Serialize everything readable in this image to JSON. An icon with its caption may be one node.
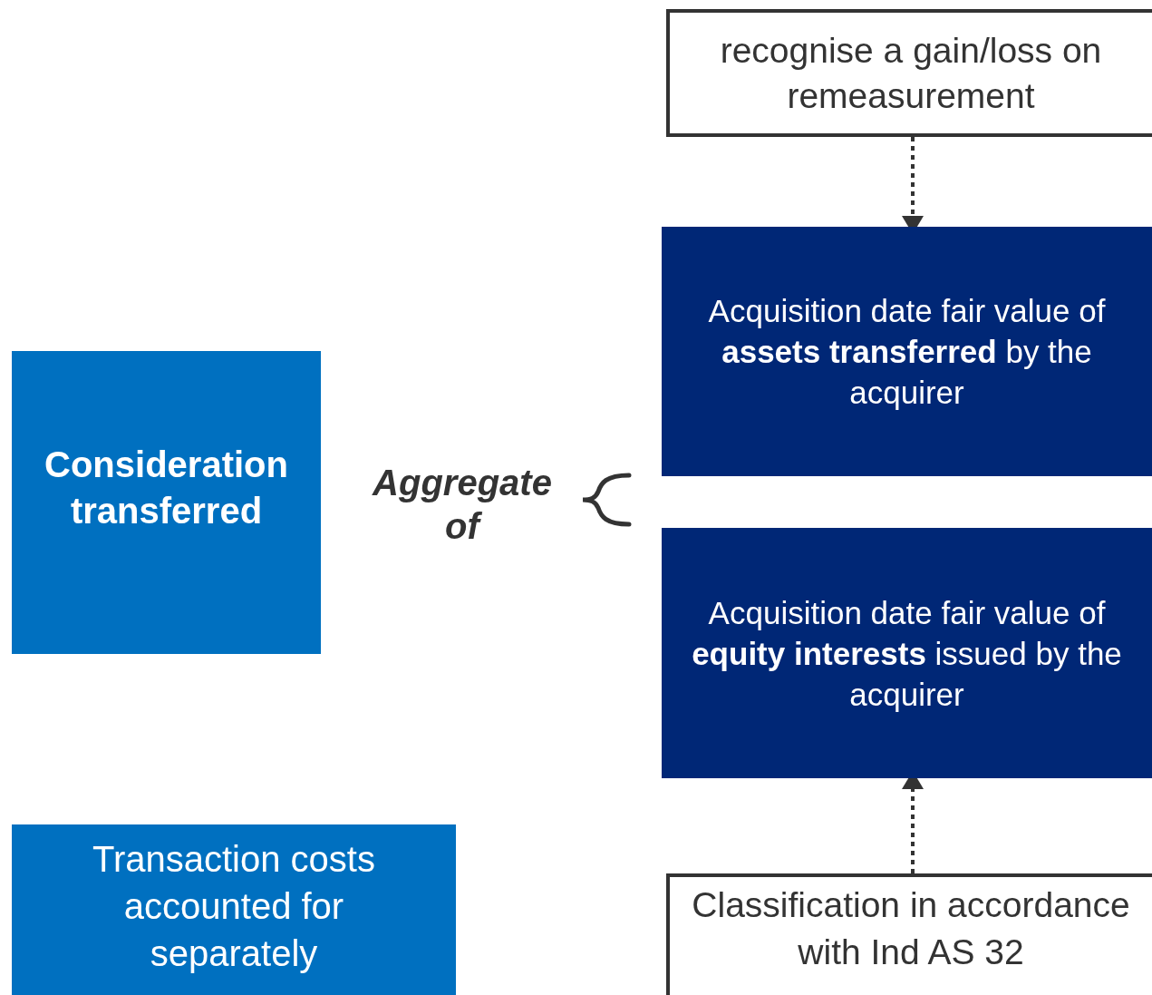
{
  "diagram": {
    "nodes": [
      {
        "text": [
          "recognise a gain/loss on remeasurement"
        ]
      },
      {
        "text": [
          "Acquisition date fair value of **assets transferred** by the acquirer"
        ]
      },
      {
        "text": [
          "Consideration transferred"
        ]
      },
      {
        "text": [
          "Acquisition date fair value of **equity interests** issued by the acquirer"
        ]
      },
      {
        "text": [
          "Transaction costs accounted for separately"
        ]
      },
      {
        "text": [
          "Classification in accordance with Ind AS 32"
        ]
      }
    ],
    "edges": [
      {
        "from": 0,
        "to": 1,
        "arrow": "to",
        "style": "dashed"
      },
      {
        "from": 5,
        "to": 3,
        "arrow": "to",
        "style": "dashed"
      }
    ],
    "labels": [
      "Aggregate of"
    ]
  }
}
